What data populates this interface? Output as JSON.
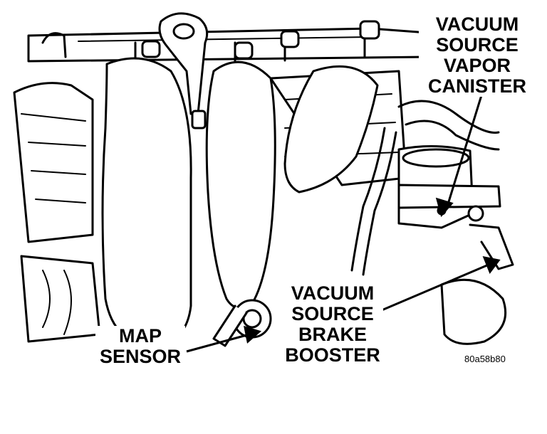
{
  "diagram": {
    "callouts": {
      "vacuum_source_vapor_canister": [
        "VACUUM",
        "SOURCE",
        "VAPOR",
        "CANISTER"
      ],
      "vacuum_source_brake_booster": [
        "VACUUM",
        "SOURCE",
        "BRAKE",
        "BOOSTER"
      ],
      "map_sensor": [
        "MAP",
        "SENSOR"
      ]
    },
    "figure_id": "80a58b80",
    "colors": {
      "ink": "#000000",
      "paper": "#ffffff"
    }
  }
}
